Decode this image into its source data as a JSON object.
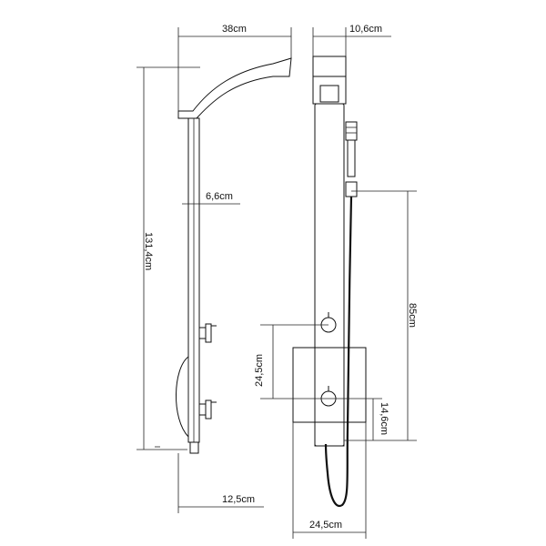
{
  "dimensions": {
    "top_width_side": "38cm",
    "top_depth_front": "10,6cm",
    "height_total": "131,4cm",
    "column_depth": "6,6cm",
    "valve_spacing": "24,5cm",
    "hand_shower_height": "85cm",
    "bottom_offset": "12,5cm",
    "base_width": "24,5cm",
    "valve_to_bottom": "14,6cm"
  }
}
